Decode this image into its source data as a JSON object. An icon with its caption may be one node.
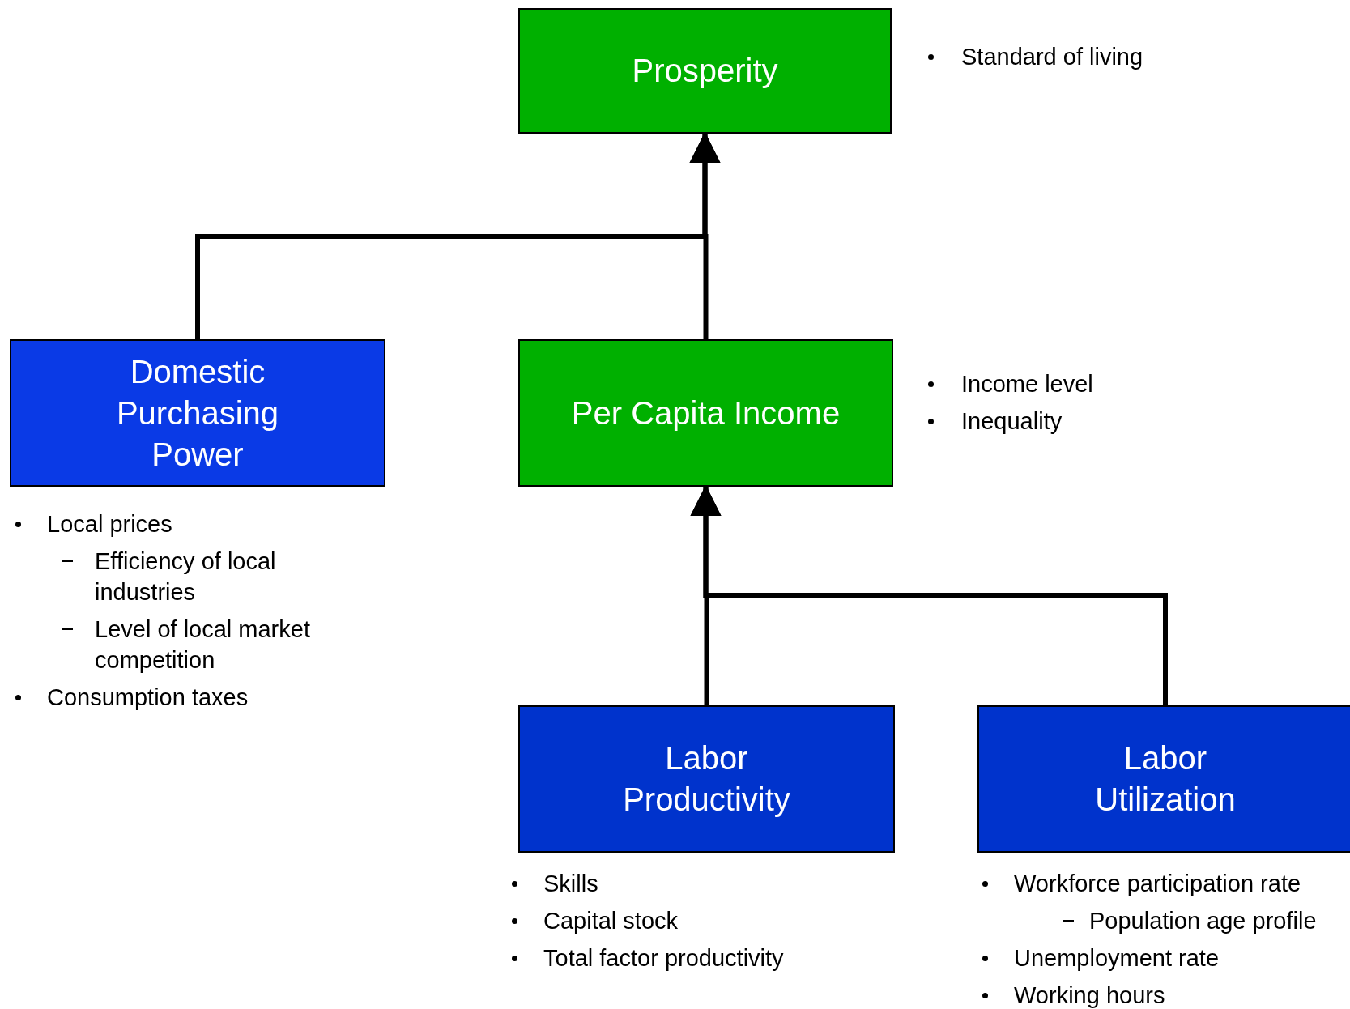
{
  "diagram": {
    "nodes": [
      {
        "text": [
          "Prosperity"
        ],
        "beside": [
          "Standard of living"
        ]
      },
      {
        "text": [
          "Domestic Purchasing Power"
        ],
        "beside": [
          "Local prices",
          "Efficiency of local industries",
          "Level of local market competition",
          "Consumption taxes"
        ]
      },
      {
        "text": [
          "Per Capita Income"
        ],
        "beside": [
          "Income level",
          "Inequality"
        ]
      },
      {
        "text": [
          "Labor Productivity"
        ],
        "beside": [
          "Skills",
          "Capital stock",
          "Total factor productivity"
        ]
      },
      {
        "text": [
          "Labor Utilization"
        ],
        "beside": [
          "Workforce participation rate",
          "Population age profile",
          "Unemployment rate",
          "Working hours"
        ]
      }
    ],
    "edges": [
      {
        "from": 1,
        "to": 0,
        "arrow": "to"
      },
      {
        "from": 2,
        "to": 0,
        "arrow": "to"
      },
      {
        "from": 3,
        "to": 2,
        "arrow": "to"
      },
      {
        "from": 4,
        "to": 2,
        "arrow": "to"
      }
    ]
  }
}
